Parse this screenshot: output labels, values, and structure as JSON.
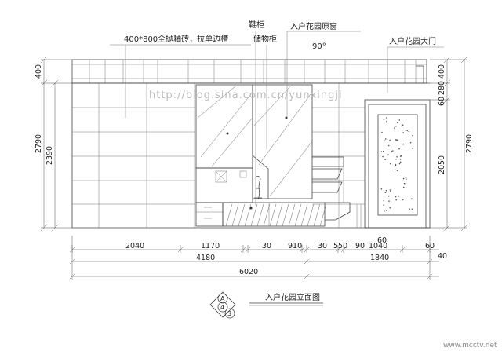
{
  "labels": {
    "tile_note": "400*800全抛釉砖，拉单边槽",
    "shoe_cabinet": "鞋柜",
    "storage_cabinet": "储物柜",
    "garden_window": "入户花园原窗",
    "garden_door": "入户花园大门",
    "angle": "90°"
  },
  "dims_bottom_row1": [
    "2040",
    "1170",
    "30",
    "910",
    "30",
    "550",
    "90",
    "1040",
    "60"
  ],
  "dims_bottom_extra_60": "60",
  "dims_bottom_extra_40": "40",
  "dims_bottom_row2": [
    "4180",
    "1840"
  ],
  "dims_bottom_total": "6020",
  "dims_left": [
    "400",
    "2790",
    "2390"
  ],
  "dims_right": [
    "60",
    "280",
    "400",
    "2790",
    "2050"
  ],
  "title": "入户花园立面图",
  "symbol": {
    "top": "A",
    "mid": "4",
    "bottom": "3"
  },
  "watermark": "http://blog.sina.com.cn/yunxingji",
  "watermark_corner": "www.mcctv.net"
}
